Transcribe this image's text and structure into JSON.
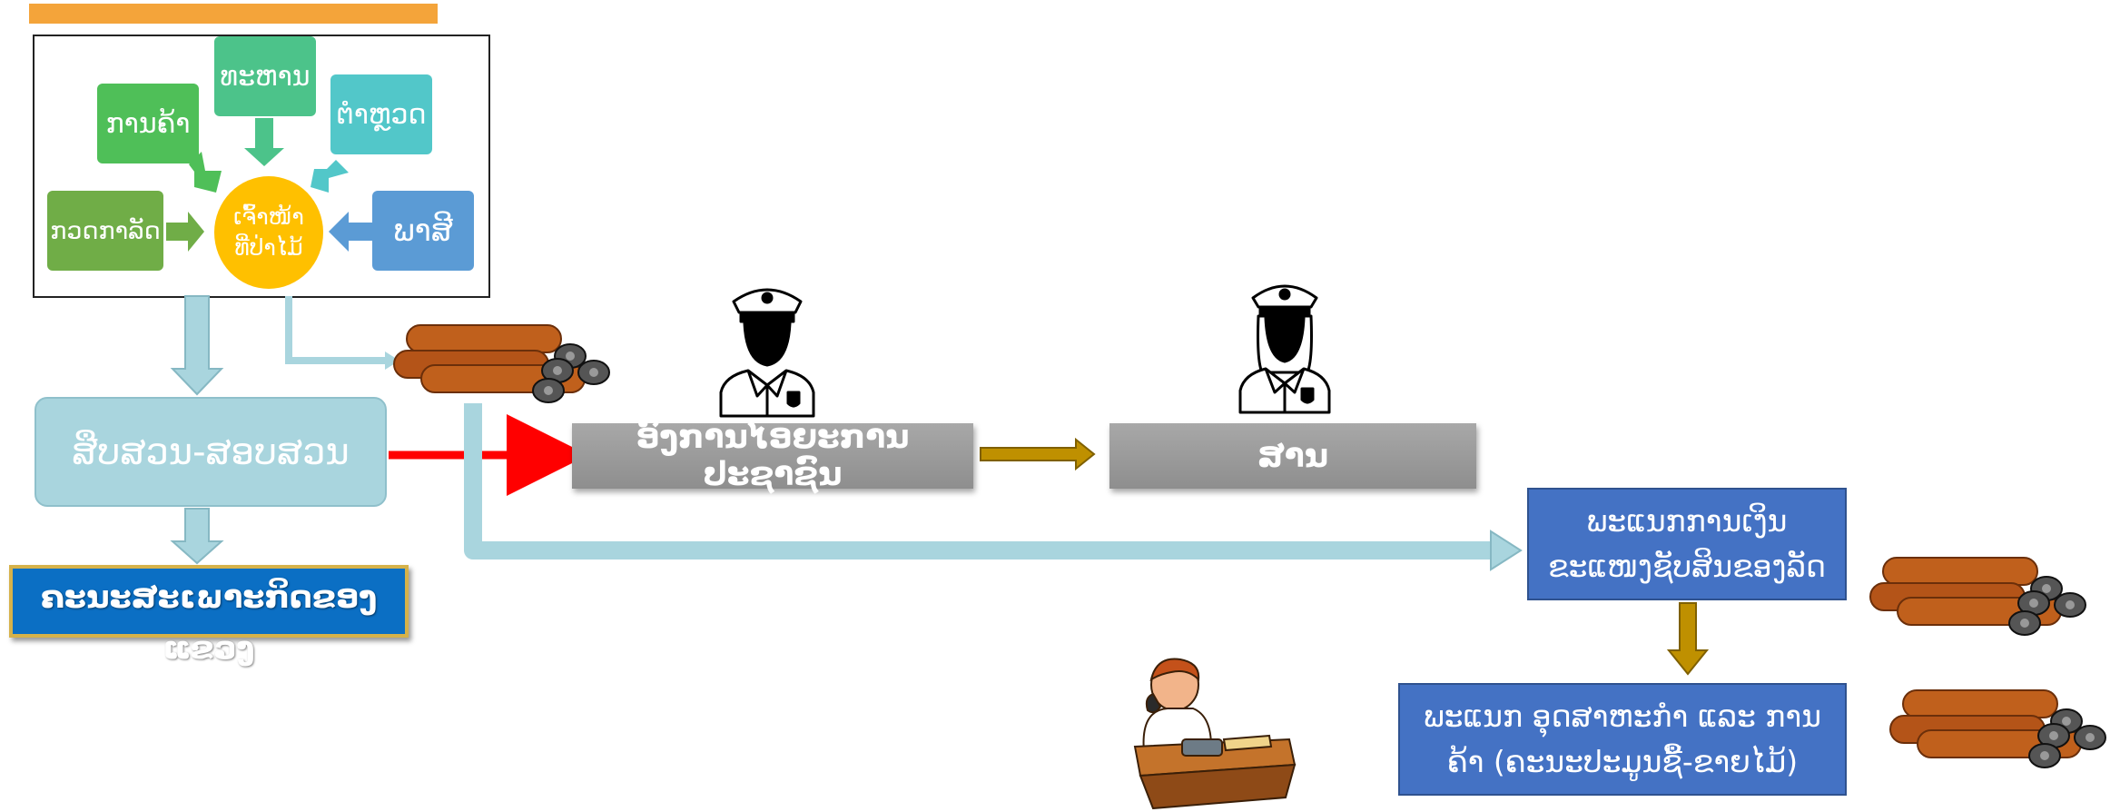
{
  "hub": {
    "center": "ເຈົ້າໜ້າ ທີ່ປ່າໄມ້",
    "nodes": {
      "top": "ທະຫານ",
      "top_left": "ການຄ້າ",
      "top_right": "ຕຳຫຼວດ",
      "left": "ກວດກາລັດ",
      "right": "ພາສີ"
    }
  },
  "steps": {
    "investigation": "ສືບສວນ-ສອບສວນ",
    "special_committee": "ຄະນະສະເພາະກິດຂອງແຂວງ",
    "prosecutor": "ອົງການໄອຍະການປະຊາຊົນ",
    "court": "ສານ",
    "finance_dept": "ພະແນກການເງິນ ຂະແໜງຊັບສິນຂອງລັດ",
    "industry_dept": "ພະແນກ ອຸດສາຫະກຳ ແລະ ການຄ້າ (ຄະນະປະມູນຊື້-ຂາຍໄມ້)"
  },
  "icons": [
    "police-officer-icon",
    "police-officer-female-icon",
    "log-pile-icon",
    "phone-clerk-icon"
  ],
  "colors": {
    "top_bar": "#f4a43a",
    "center_circle": "#ffc000",
    "green_dark": "#70ad47",
    "green": "#4fbf58",
    "teal_green": "#4cc38a",
    "teal": "#52c7c9",
    "blue_node": "#5b9bd5",
    "investigation_box": "#a9d5de",
    "committee_box": "#0b6fc4",
    "committee_border": "#d6b24a",
    "grey_box": "#999999",
    "blue_box": "#4472c4",
    "connector": "#a9d5de",
    "red_arrow": "#ff0000",
    "gold_arrow": "#bf9000"
  }
}
